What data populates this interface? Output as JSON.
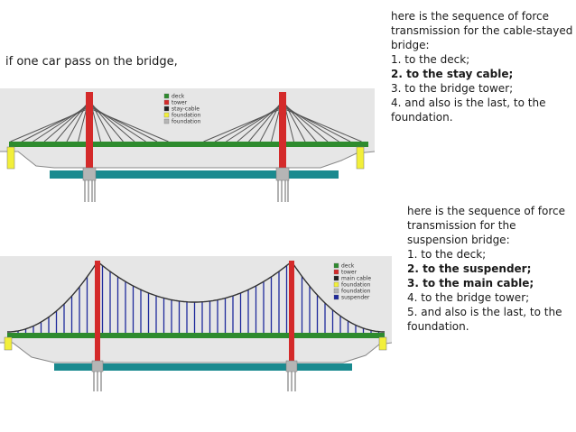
{
  "intro_text": "if one car pass on the bridge,",
  "cable_stayed_text": [
    {
      "text": "here is the sequence of force",
      "bold": false
    },
    {
      "text": "transmission for the cable-stayed",
      "bold": false
    },
    {
      "text": "bridge:",
      "bold": false
    },
    {
      "text": "1. to the deck;",
      "bold": false
    },
    {
      "text": "2. to the stay cable;",
      "bold": true
    },
    {
      "text": "3. to the bridge tower;",
      "bold": false
    },
    {
      "text": "4. and also is the last, to the",
      "bold": false
    },
    {
      "text": "foundation.",
      "bold": false
    }
  ],
  "suspension_text": [
    {
      "text": "here is the sequence of force",
      "bold": false
    },
    {
      "text": "transmission for the",
      "bold": false
    },
    {
      "text": "suspension bridge:",
      "bold": false
    },
    {
      "text": "1. to the deck;",
      "bold": false
    },
    {
      "text": "2. to the suspender;",
      "bold": true
    },
    {
      "text": "3. to the main cable;",
      "bold": true
    },
    {
      "text": "4. to the bridge tower;",
      "bold": false
    },
    {
      "text": "5. and also is the last, to the",
      "bold": false
    },
    {
      "text": "foundation.",
      "bold": false
    }
  ],
  "cable_legend": [
    {
      "label": "deck",
      "color": "#2e8b2e"
    },
    {
      "label": "tower",
      "color": "#d42a2a"
    },
    {
      "label": "stay-cable",
      "color": "#222222"
    },
    {
      "label": "foundation",
      "color": "#f2ef3a"
    },
    {
      "label": "foundation",
      "color": "#b5b5b5"
    }
  ],
  "suspension_legend": [
    {
      "label": "deck",
      "color": "#2e8b2e"
    },
    {
      "label": "tower",
      "color": "#d42a2a"
    },
    {
      "label": "main cable",
      "color": "#222222"
    },
    {
      "label": "foundation",
      "color": "#f2ef3a"
    },
    {
      "label": "foundation",
      "color": "#b5b5b5"
    },
    {
      "label": "suspender",
      "color": "#1f2a9c"
    }
  ]
}
